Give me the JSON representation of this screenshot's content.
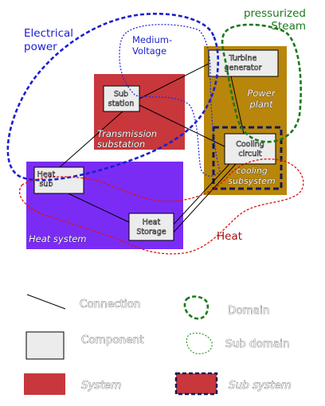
{
  "colors": {
    "system_red": "#c8373b",
    "heat_system_purple": "#7a2cf5",
    "power_plant_gold": "#b8860b",
    "component_fill": "#ececec",
    "subsystem_border": "#101a5a",
    "electrical_blue": "#1a1fd0",
    "steam_green": "#1a7a1a",
    "heat_red": "#e01010"
  },
  "domains": {
    "electrical_power": "Electrical\npower",
    "medium_voltage": "Medium-\nVoltage",
    "pressurized_steam": "pressurized\nSteam",
    "heat": "Heat"
  },
  "systems": {
    "transmission": "Transmission\nsubstation",
    "power_plant": "Power\nplant",
    "heat_system": "Heat system",
    "cooling_subsystem": "cooling\nsubsystem"
  },
  "components": {
    "substation": "Sub\nstation",
    "turbine_generator": "Turbine\ngenerator",
    "cooling_circuit": "Cooling\ncircuit",
    "heat_sub": "Heat\nsub",
    "heat_storage": "Heat\nStorage"
  },
  "legend": {
    "connection": "Connection",
    "component": "Component",
    "system": "System",
    "domain": "Domain",
    "subdomain": "Sub domain",
    "subsystem": "Sub system"
  }
}
